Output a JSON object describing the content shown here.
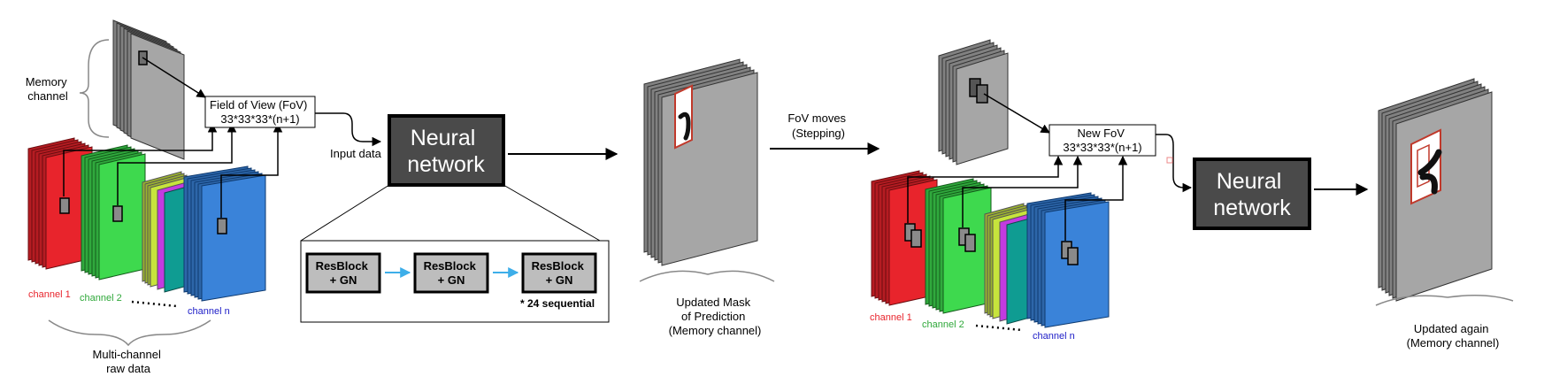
{
  "left_section": {
    "memory_label": [
      "Memory",
      "channel"
    ],
    "fov_label": [
      "Field of View (FoV)",
      "33*33*33*(n+1)"
    ],
    "input_label": "Input data",
    "channel_labels": [
      "channel 1",
      "channel 2",
      "channel n"
    ],
    "caption": [
      "Multi-channel",
      "raw data"
    ]
  },
  "network_1": {
    "label": [
      "Neural",
      "network"
    ]
  },
  "resblocks": {
    "block_label": [
      "ResBlock",
      "+ GN"
    ],
    "note": "* 24 sequential"
  },
  "updated_mask": {
    "caption": [
      "Updated Mask",
      "of Prediction",
      "(Memory channel)"
    ]
  },
  "step": {
    "label": [
      "FoV moves",
      "(Stepping)"
    ]
  },
  "right_section": {
    "fov_label": [
      "New FoV",
      "33*33*33*(n+1)"
    ],
    "channel_labels": [
      "channel 1",
      "channel 2",
      "channel n"
    ]
  },
  "network_2": {
    "label": [
      "Neural",
      "network"
    ]
  },
  "updated_again": {
    "caption": [
      "Updated again",
      "(Memory channel)"
    ]
  },
  "colors": {
    "memory_gray": "#a6a6a6",
    "channel_red": "#e8242c",
    "channel_green": "#3ed94e",
    "channel_blue": "#3a83d9",
    "channel_teal": "#0f9c92",
    "network_box": "#4a4a4a",
    "resblock_box": "#bdbdbd",
    "arrow_blue": "#3daee9",
    "label_red": "#e8242c",
    "label_green": "#2fa83a",
    "label_blue": "#2020c8"
  }
}
